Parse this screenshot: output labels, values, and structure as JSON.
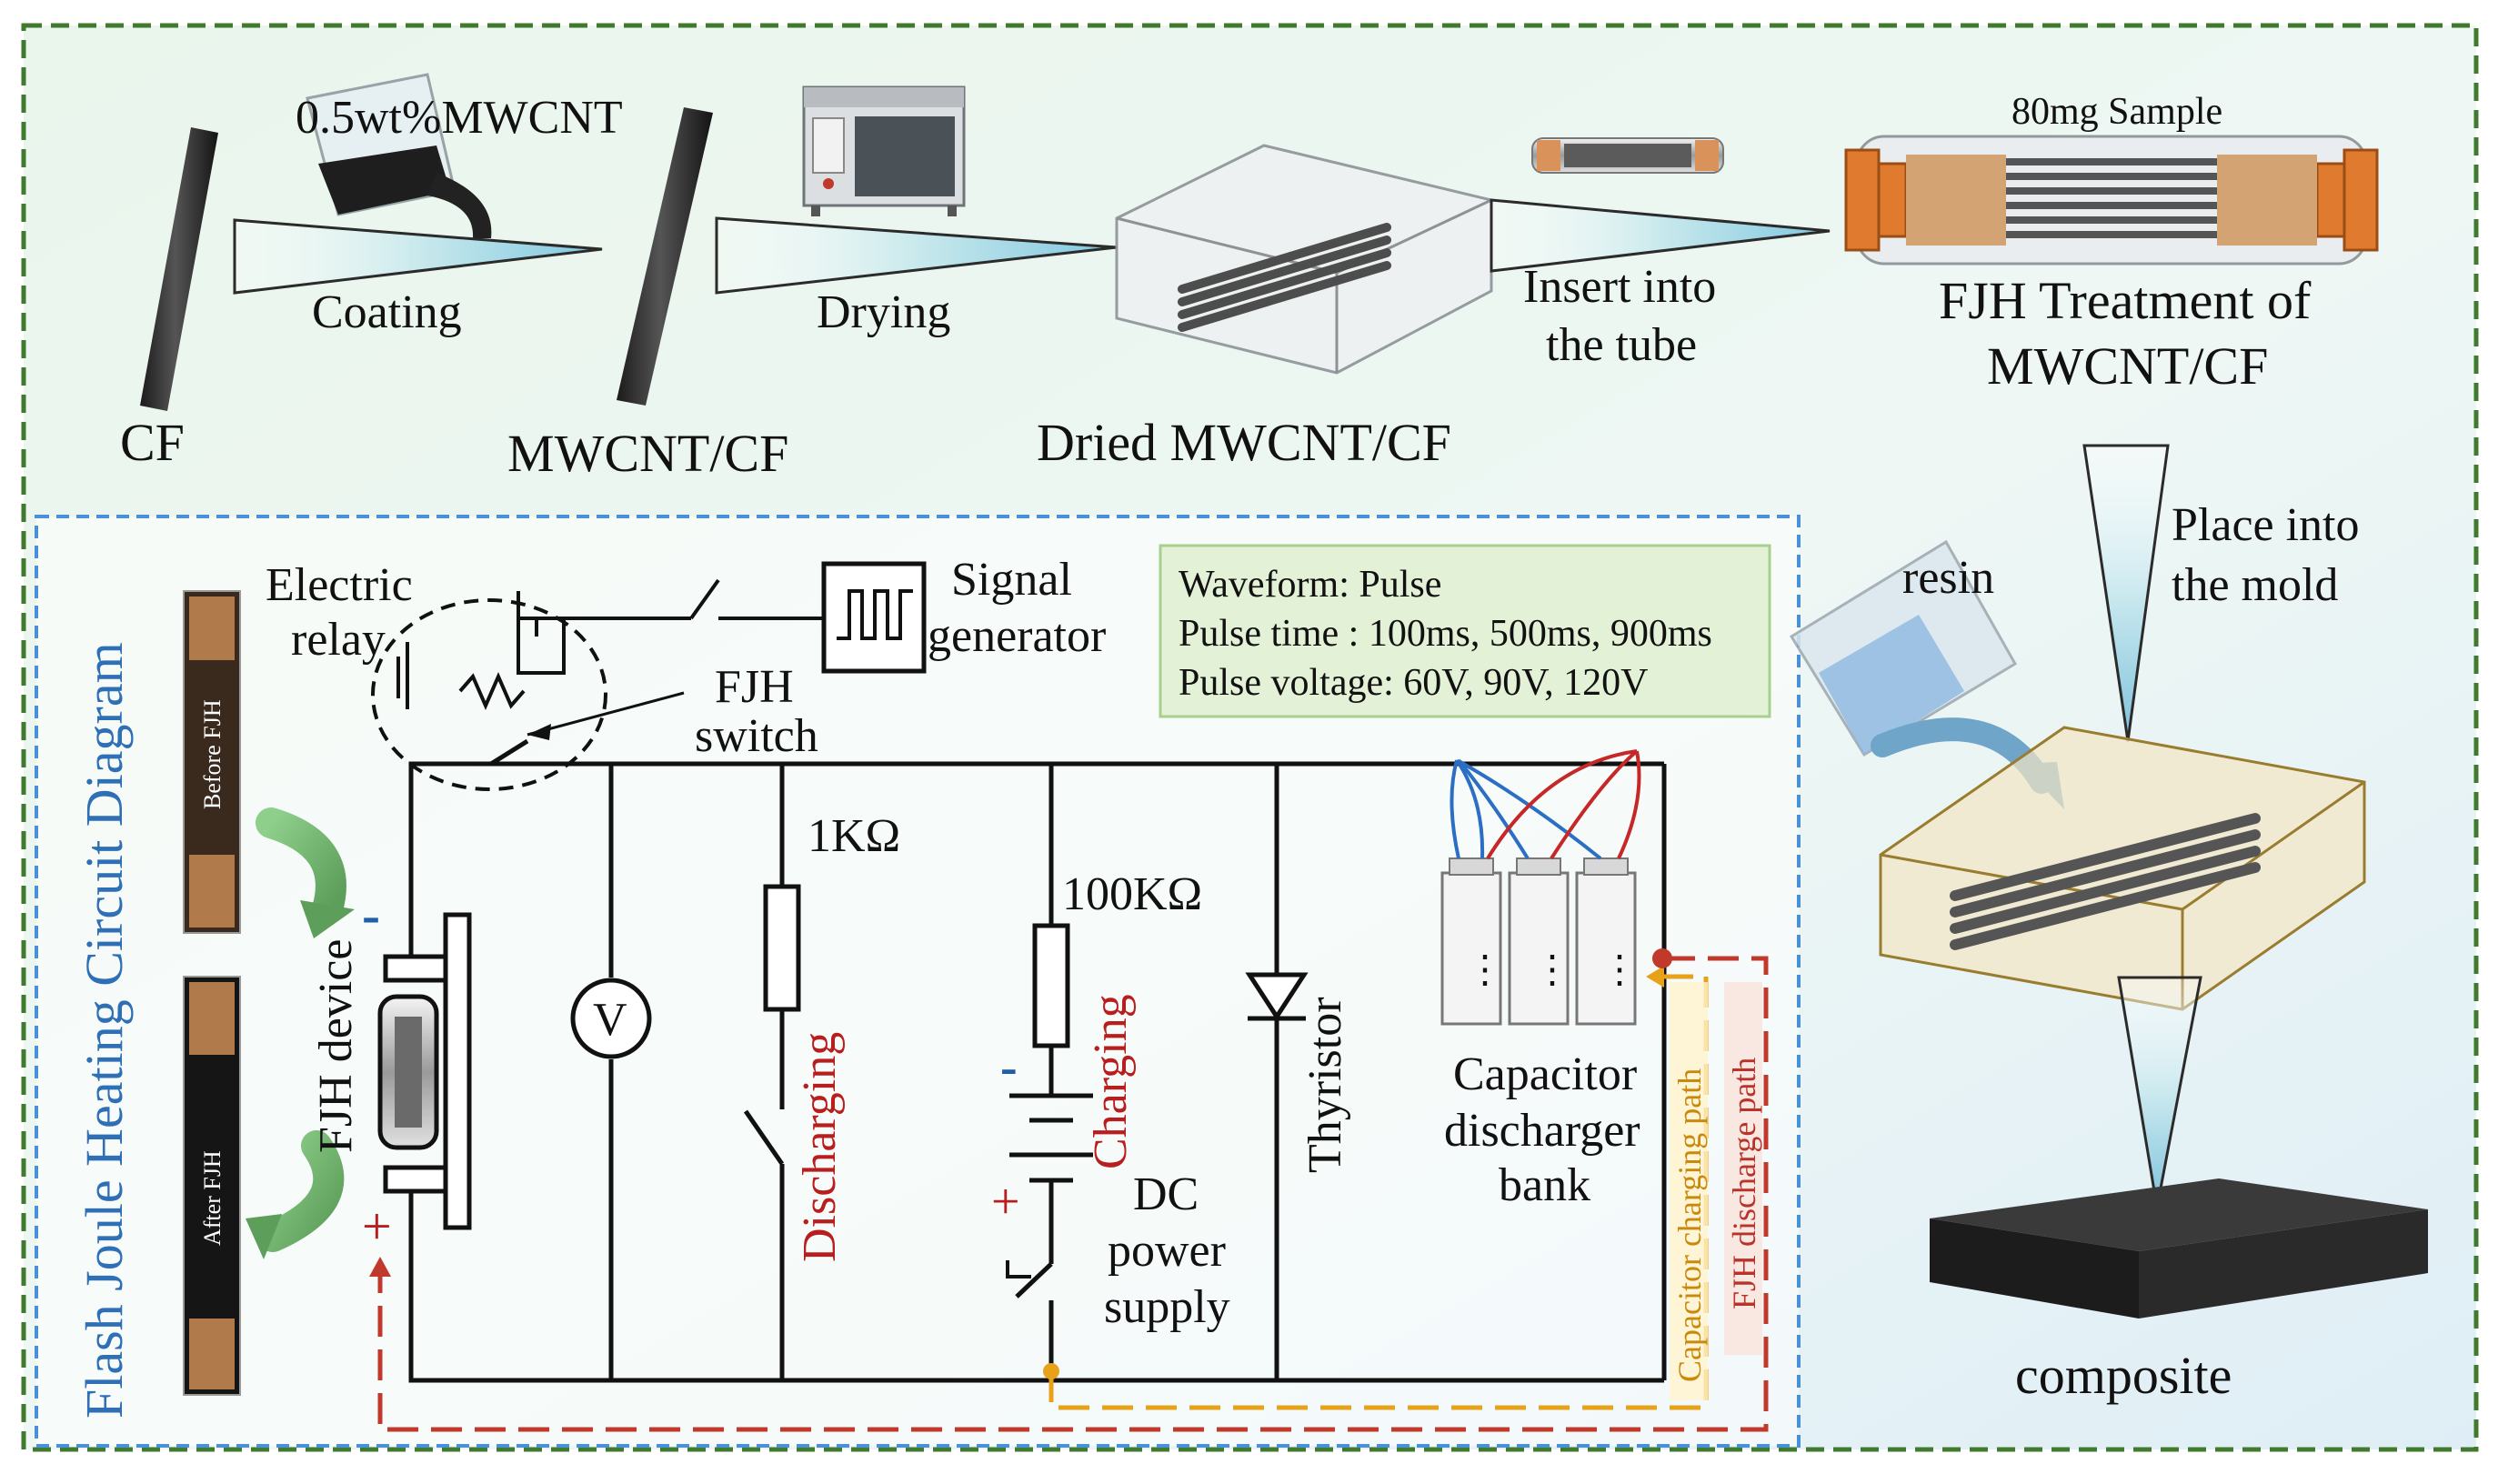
{
  "process": {
    "cf": "CF",
    "solution": "0.5wt%MWCNT",
    "coating": "Coating",
    "mwcnt_cf": "MWCNT/CF",
    "drying": "Drying",
    "dried": "Dried MWCNT/CF",
    "insert_line1": "Insert into",
    "insert_line2": "the tube",
    "sample": "80mg Sample",
    "fjh_line1": "FJH Treatment of",
    "fjh_line2": "MWCNT/CF",
    "mold_line1": "Place into",
    "mold_line2": "the mold",
    "resin": "resin",
    "composite": "composite"
  },
  "circuit": {
    "title": "Flash Joule Heating Circuit Diagram",
    "relay_line1": "Electric",
    "relay_line2": "relay",
    "signal_line1": "Signal",
    "signal_line2": "generator",
    "switch_line1": "FJH",
    "switch_line2": "switch",
    "params": [
      "Waveform: Pulse",
      "Pulse time : 100ms, 500ms, 900ms",
      "Pulse voltage: 60V, 90V, 120V"
    ],
    "r1": "1KΩ",
    "r2": "100KΩ",
    "discharging": "Discharging",
    "charging": "Charging",
    "thyristor": "Thyristor",
    "dc_line1": "DC",
    "dc_line2": "power",
    "dc_line3": "supply",
    "cap_line1": "Capacitor",
    "cap_line2": "discharger",
    "cap_line3": "bank",
    "cap_path": "Capacitor charging path",
    "fjh_path": "FJH discharge path",
    "device": "FJH device",
    "before": "Before FJH",
    "after": "After FJH",
    "minus": "-",
    "plus": "+",
    "voltmeter": "V",
    "dots": "⋮"
  },
  "colors": {
    "outer_border": "#3f7a2e",
    "inner_border": "#4a90d9",
    "accent_red": "#b81e1e",
    "path_yellow": "#e8a21a",
    "path_red": "#c0392b"
  }
}
